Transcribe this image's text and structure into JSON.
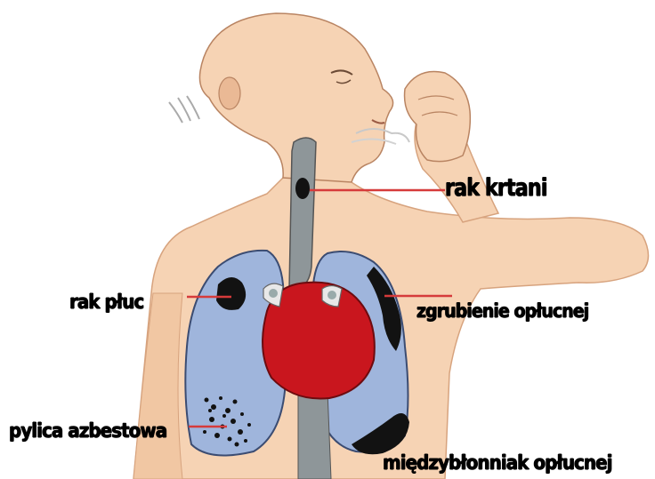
{
  "labels": {
    "larynx_cancer": "rak krtani",
    "lung_cancer": "rak płuc",
    "pleural_thickening": "zgrubienie opłucnej",
    "asbestosis": "pylica azbestowa",
    "mesothelioma": "międzybłonniak opłucnej"
  },
  "colors": {
    "skin": "#f6d3b4",
    "skin_shade": "#eab995",
    "lung": "#9fb5dc",
    "heart": "#c9161e",
    "trachea": "#8e9699",
    "tumor": "#121212",
    "pointer_line": "#d63b3b"
  }
}
